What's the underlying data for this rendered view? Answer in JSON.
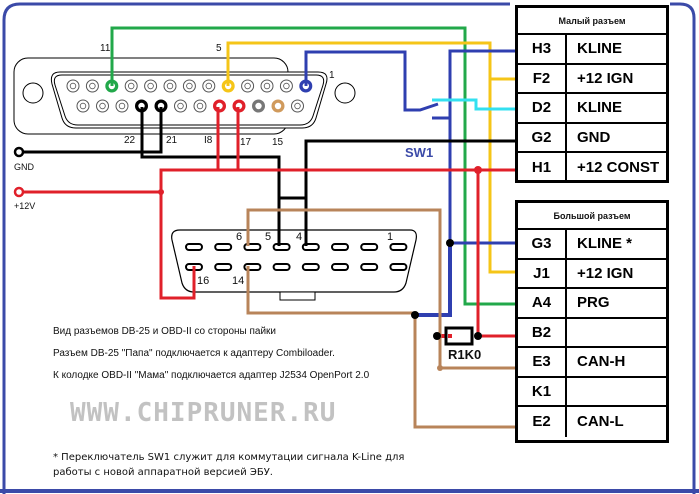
{
  "db25": {
    "name": "DB-25",
    "pin_labels": {
      "p11": "11",
      "p5": "5",
      "p1": "1",
      "p22": "22",
      "p21": "21",
      "p18": "I8",
      "p17": "17",
      "p15": "15"
    }
  },
  "obd": {
    "name": "OBD-II",
    "pin_labels": {
      "p6": "6",
      "p5": "5",
      "p4": "4",
      "p1": "1",
      "p16": "16",
      "p14": "14"
    }
  },
  "power": {
    "gnd_label": "GND",
    "v12_label": "+12V"
  },
  "switch": {
    "label": "SW1"
  },
  "resistor": {
    "label": "R1K0"
  },
  "small_connector": {
    "title": "Малый разъем",
    "rows": [
      {
        "pin": "H3",
        "signal": "KLINE"
      },
      {
        "pin": "F2",
        "signal": "+12 IGN"
      },
      {
        "pin": "D2",
        "signal": "KLINE"
      },
      {
        "pin": "G2",
        "signal": "GND"
      },
      {
        "pin": "H1",
        "signal": "+12 CONST"
      }
    ]
  },
  "large_connector": {
    "title": "Большой разъем",
    "rows": [
      {
        "pin": "G3",
        "signal": "KLINE *"
      },
      {
        "pin": "J1",
        "signal": "+12 IGN"
      },
      {
        "pin": "A4",
        "signal": "PRG"
      },
      {
        "pin": "B2",
        "signal": ""
      },
      {
        "pin": "E3",
        "signal": "CAN-H"
      },
      {
        "pin": "K1",
        "signal": ""
      },
      {
        "pin": "E2",
        "signal": "CAN-L"
      }
    ]
  },
  "notes": [
    "Вид разъемов DB-25 и OBD-II со стороны пайки",
    "Разъем DB-25 \"Папа\" подключается к адаптеру Combiloader.",
    "К колодке OBD-II \"Мама\" подключается адаптер J2534 OpenPort 2.0"
  ],
  "watermark": "WWW.CHIPRUNER.RU",
  "footnote": {
    "line1": "* Переключатель SW1 служит для коммутации сигнала K-Line для",
    "line2": "работы с новой аппаратной версией ЭБУ."
  },
  "colors": {
    "frame": "#3b4aa8",
    "green": "#22a84a",
    "yellow": "#f5c518",
    "blue": "#2f3fb0",
    "cyan": "#33e0f0",
    "red": "#e0202a",
    "black": "#000000",
    "brown": "#b8845a",
    "gray": "#777777",
    "tan": "#d09a5c"
  }
}
